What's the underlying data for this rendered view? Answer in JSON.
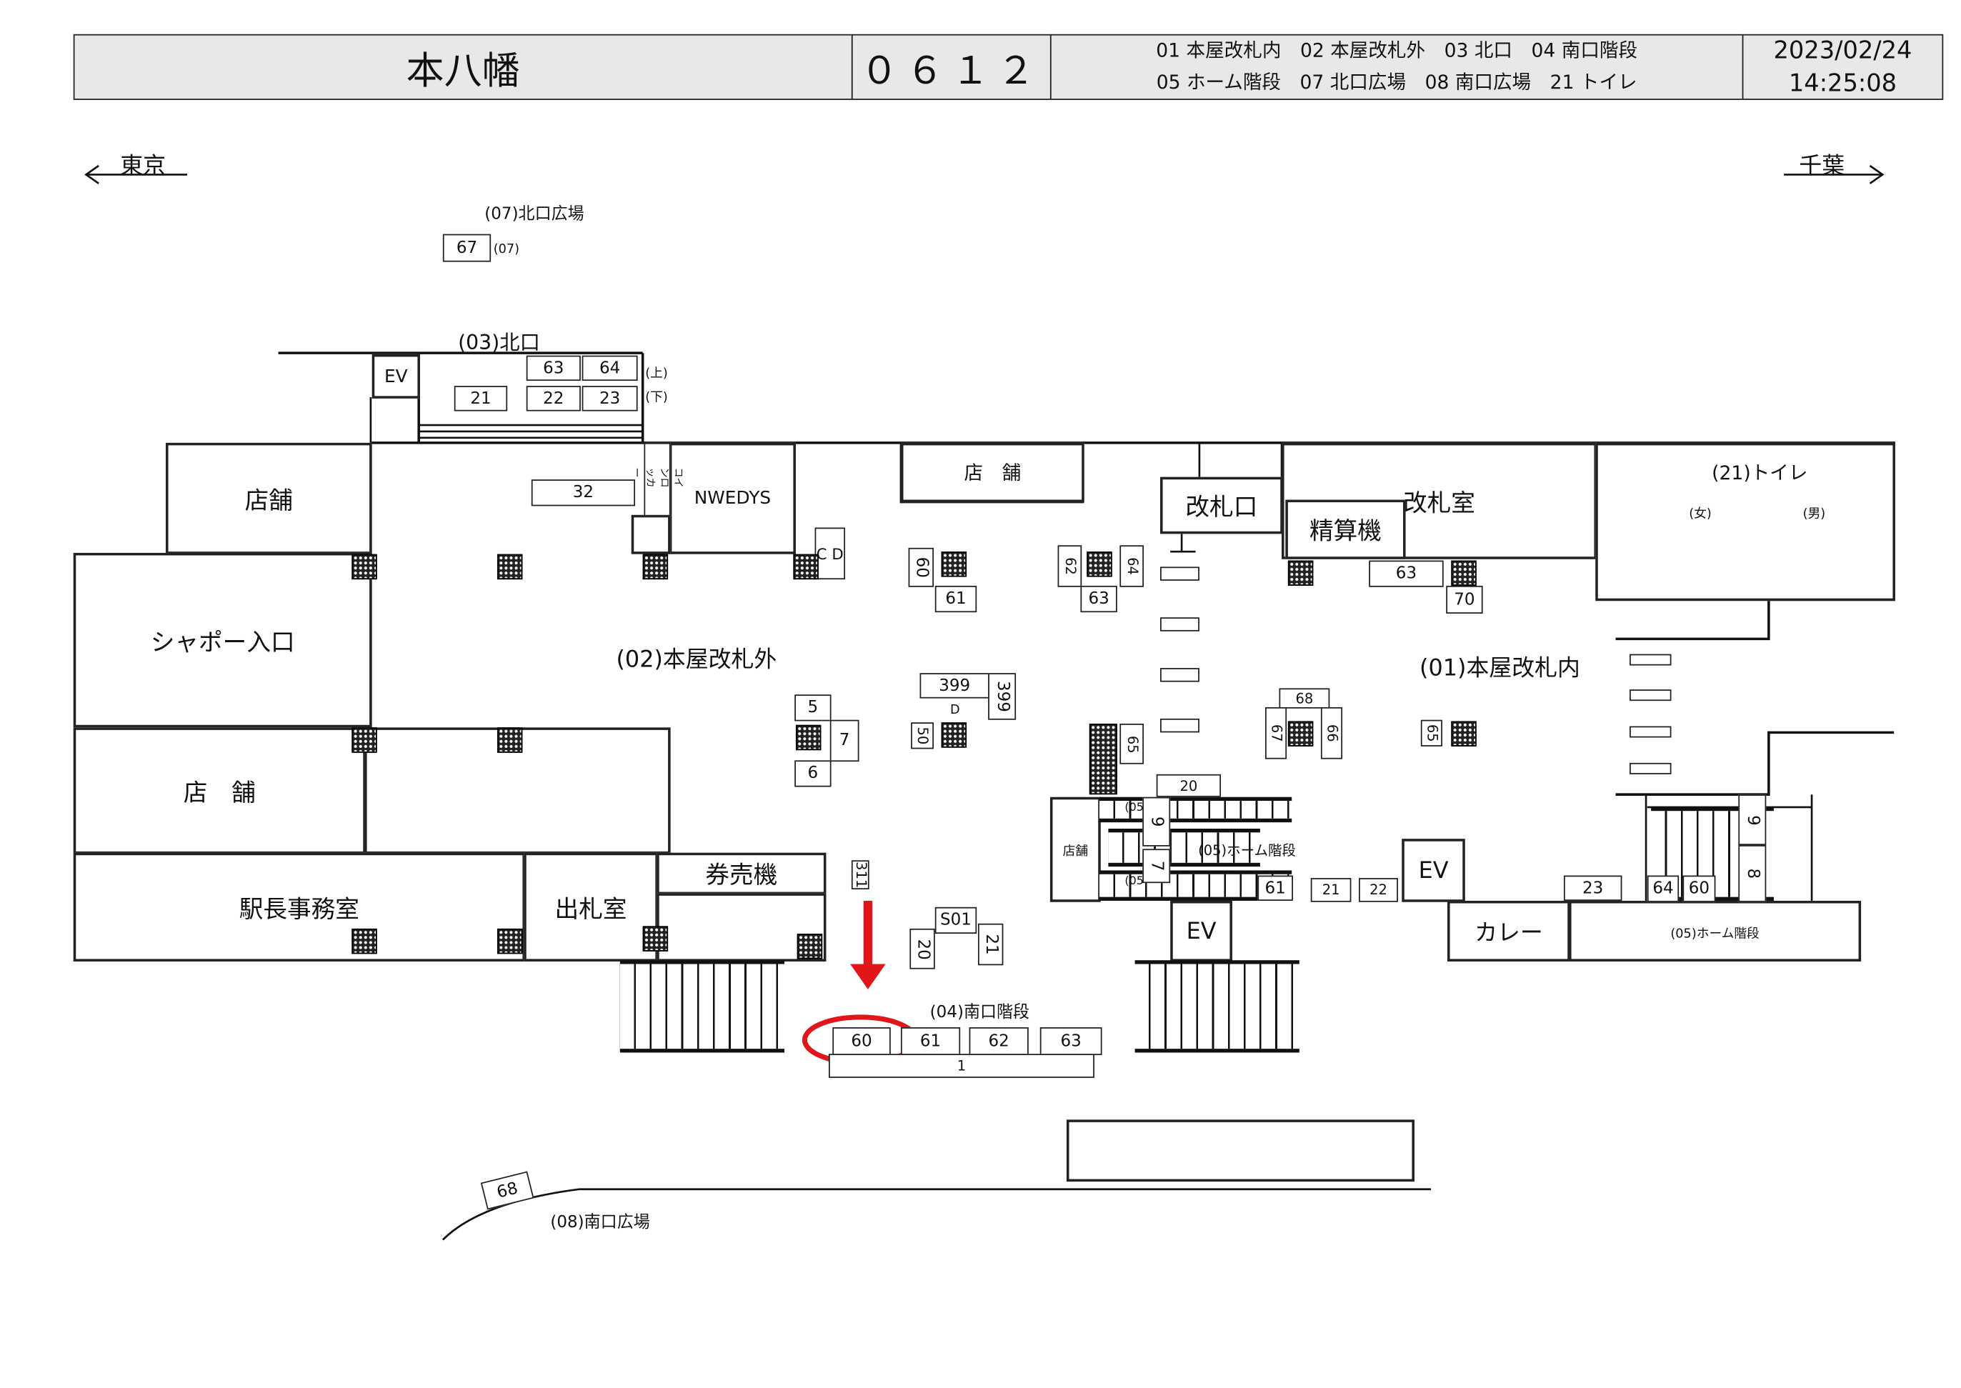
{
  "header": {
    "station": "本八幡",
    "code": "０６１２",
    "legend_line1": "01 本屋改札内　02 本屋改札外　03 北口　04 南口階段",
    "legend_line2": "05 ホーム階段　07 北口広場　08 南口広場　21 トイレ",
    "date": "2023/02/24",
    "time": "14:25:08"
  },
  "directions": {
    "west": "東京",
    "east": "千葉"
  },
  "areas": {
    "north_plaza": "(07)北口広場",
    "north_plaza_tag": "(07)",
    "north_exit": "(03)北口",
    "upper": "(上)",
    "lower": "(下)",
    "ev1": "EV",
    "shop1": "店舗",
    "chapeau": "シャポー入口",
    "shop2": "店　舗",
    "stationmaster": "駅長事務室",
    "ticket_office": "出札室",
    "ticket_machine": "券売機",
    "nwedys": "NWEDYS",
    "lockers": "コインロッカー",
    "shop3": "店　舗",
    "gate": "改札口",
    "gate_room": "改札室",
    "fare_adjust": "精算機",
    "toilet": "(21)トイレ",
    "female": "(女)",
    "male": "(男)",
    "outside_gates": "(02)本屋改札外",
    "inside_gates": "(01)本屋改札内",
    "cd": "C D",
    "d": "D",
    "shop4": "店舗",
    "home_stairs_a": "(05)ホーム階段",
    "ev2": "EV",
    "ev3": "EV",
    "curry": "カレー",
    "home_stairs_b": "(05)ホーム階段",
    "stairs05a": "(05",
    "stairs05b": "(05",
    "south_stairs": "(04)南口階段",
    "south_plaza": "(08)南口広場"
  },
  "boxes": {
    "b67": "67",
    "b63n": "63",
    "b64n": "64",
    "b21n": "21",
    "b22n": "22",
    "b23n": "23",
    "b32": "32",
    "b60a": "60",
    "b61a": "61",
    "b62a": "62",
    "b64a": "64",
    "b63a": "63",
    "b63g": "63",
    "b70": "70",
    "b5": "5",
    "b7": "7",
    "b6": "6",
    "b399a": "399",
    "b399b": "399",
    "b50": "50",
    "b68": "68",
    "b67v": "67",
    "b66": "66",
    "b65a": "65",
    "b65b": "65",
    "b20": "20",
    "b9": "9",
    "b7b": "7",
    "b61b": "61",
    "b21": "21",
    "b22": "22",
    "b23": "23",
    "b64b": "64",
    "b60b": "60",
    "b9b": "9",
    "b8": "8",
    "b311": "311",
    "bS01": "S01",
    "b20v": "20",
    "b21v": "21",
    "s60": "60",
    "s61": "61",
    "s62": "62",
    "s63": "63",
    "s1": "1",
    "b68s": "68"
  },
  "highlight": {
    "color": "#e0161b",
    "target": "60"
  }
}
